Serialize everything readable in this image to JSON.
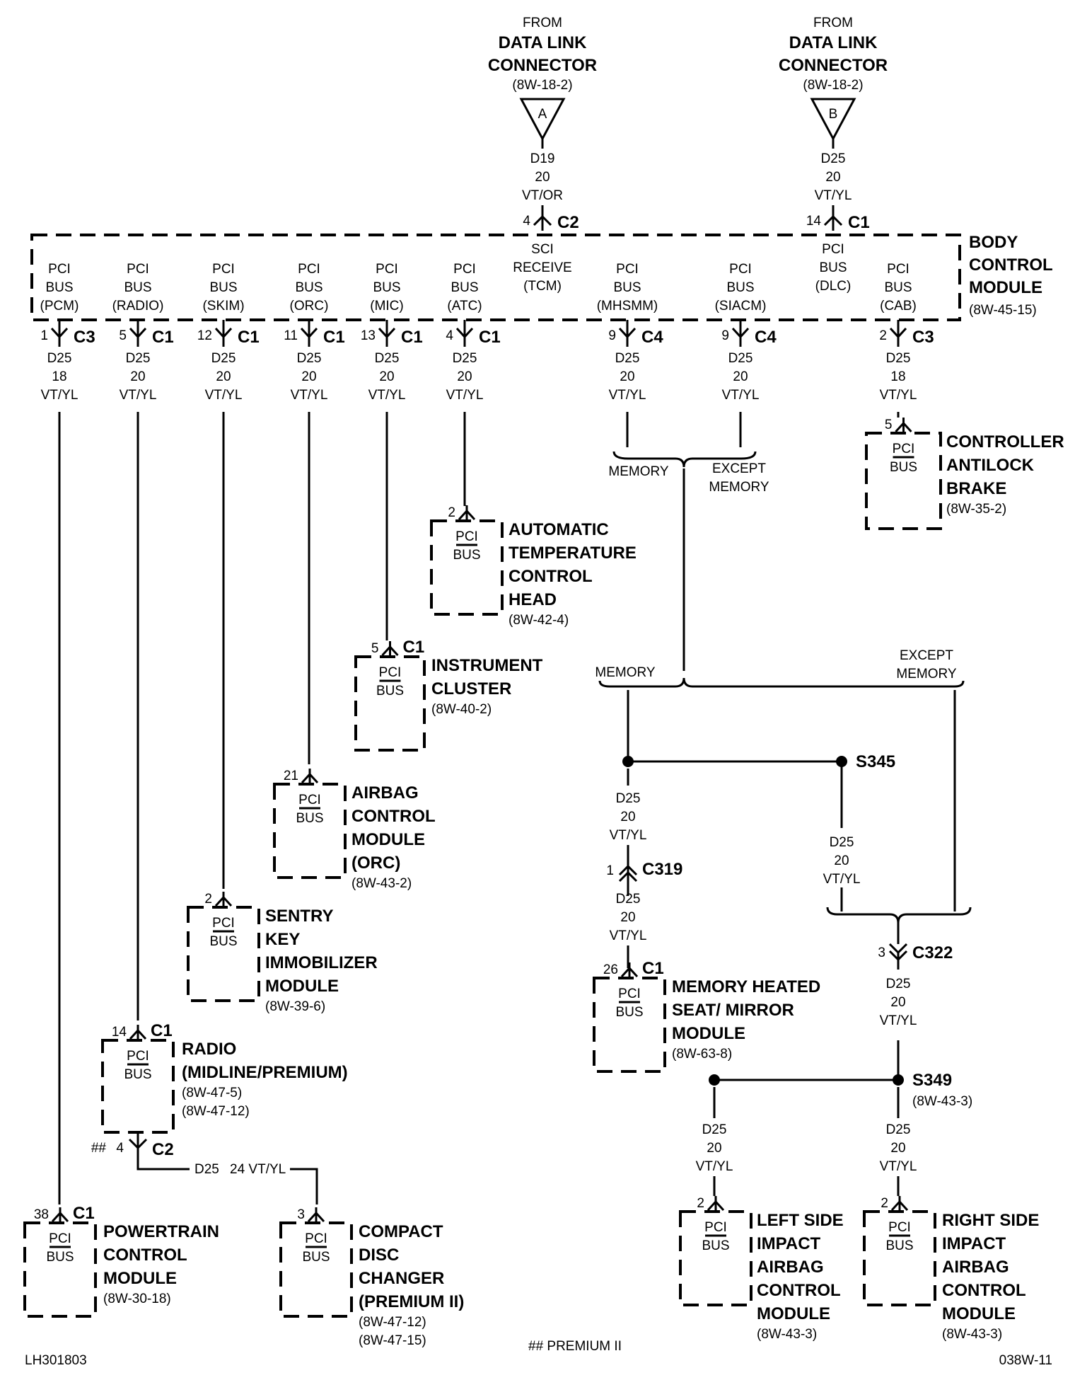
{
  "dlc_a": {
    "from": "FROM",
    "line1": "DATA LINK",
    "line2": "CONNECTOR",
    "ref": "(8W-18-2)",
    "letter": "A",
    "circuit": "D19",
    "gauge": "20",
    "color": "VT/OR",
    "pin": "4",
    "conn": "C2"
  },
  "dlc_b": {
    "from": "FROM",
    "line1": "DATA LINK",
    "line2": "CONNECTOR",
    "ref": "(8W-18-2)",
    "letter": "B",
    "circuit": "D25",
    "gauge": "20",
    "color": "VT/YL",
    "pin": "14",
    "conn": "C1"
  },
  "bcm": {
    "title": [
      "BODY",
      "CONTROL",
      "MODULE"
    ],
    "ref": "(8W-45-15)",
    "sci": [
      "SCI",
      "RECEIVE",
      "(TCM)"
    ],
    "dlc_port": [
      "PCI",
      "BUS",
      "(DLC)"
    ],
    "ports": [
      {
        "l1": "PCI",
        "l2": "BUS",
        "l3": "(PCM)",
        "pin": "1",
        "conn": "C3",
        "circuit": "D25",
        "gauge": "18",
        "color": "VT/YL"
      },
      {
        "l1": "PCI",
        "l2": "BUS",
        "l3": "(RADIO)",
        "pin": "5",
        "conn": "C1",
        "circuit": "D25",
        "gauge": "20",
        "color": "VT/YL"
      },
      {
        "l1": "PCI",
        "l2": "BUS",
        "l3": "(SKIM)",
        "pin": "12",
        "conn": "C1",
        "circuit": "D25",
        "gauge": "20",
        "color": "VT/YL"
      },
      {
        "l1": "PCI",
        "l2": "BUS",
        "l3": "(ORC)",
        "pin": "11",
        "conn": "C1",
        "circuit": "D25",
        "gauge": "20",
        "color": "VT/YL"
      },
      {
        "l1": "PCI",
        "l2": "BUS",
        "l3": "(MIC)",
        "pin": "13",
        "conn": "C1",
        "circuit": "D25",
        "gauge": "20",
        "color": "VT/YL"
      },
      {
        "l1": "PCI",
        "l2": "BUS",
        "l3": "(ATC)",
        "pin": "4",
        "conn": "C1",
        "circuit": "D25",
        "gauge": "20",
        "color": "VT/YL"
      },
      {
        "l1": "PCI",
        "l2": "BUS",
        "l3": "(MHSMM)",
        "pin": "9",
        "conn": "C4",
        "circuit": "D25",
        "gauge": "20",
        "color": "VT/YL"
      },
      {
        "l1": "PCI",
        "l2": "BUS",
        "l3": "(SIACM)",
        "pin": "9",
        "conn": "C4",
        "circuit": "D25",
        "gauge": "20",
        "color": "VT/YL"
      },
      {
        "l1": "PCI",
        "l2": "BUS",
        "l3": "(CAB)",
        "pin": "2",
        "conn": "C3",
        "circuit": "D25",
        "gauge": "18",
        "color": "VT/YL"
      }
    ]
  },
  "modules": {
    "cab": {
      "pin": "5",
      "conn": "",
      "l1": "PCI",
      "l2": "BUS",
      "title": [
        "CONTROLLER",
        "ANTILOCK",
        "BRAKE"
      ],
      "refs": [
        "(8W-35-2)"
      ]
    },
    "atc": {
      "pin": "2",
      "conn": "",
      "l1": "PCI",
      "l2": "BUS",
      "title": [
        "AUTOMATIC",
        "TEMPERATURE",
        "CONTROL",
        "HEAD"
      ],
      "refs": [
        "(8W-42-4)"
      ]
    },
    "mic": {
      "pin": "5",
      "conn": "C1",
      "l1": "PCI",
      "l2": "BUS",
      "title": [
        "INSTRUMENT",
        "CLUSTER"
      ],
      "refs": [
        "(8W-40-2)"
      ]
    },
    "orc": {
      "pin": "21",
      "conn": "",
      "l1": "PCI",
      "l2": "BUS",
      "title": [
        "AIRBAG",
        "CONTROL",
        "MODULE",
        "(ORC)"
      ],
      "refs": [
        "(8W-43-2)"
      ]
    },
    "skim": {
      "pin": "2",
      "conn": "",
      "l1": "PCI",
      "l2": "BUS",
      "title": [
        "SENTRY",
        "KEY",
        "IMMOBILIZER",
        "MODULE"
      ],
      "refs": [
        "(8W-39-6)"
      ]
    },
    "radio": {
      "pin": "14",
      "conn": "C1",
      "l1": "PCI",
      "l2": "BUS",
      "title": [
        "RADIO",
        "(MIDLINE/PREMIUM)"
      ],
      "refs": [
        "(8W-47-5)",
        "(8W-47-12)"
      ]
    },
    "pcm": {
      "pin": "38",
      "conn": "C1",
      "l1": "PCI",
      "l2": "BUS",
      "title": [
        "POWERTRAIN",
        "CONTROL",
        "MODULE"
      ],
      "refs": [
        "(8W-30-18)"
      ]
    },
    "cdc": {
      "pin": "3",
      "conn": "",
      "l1": "PCI",
      "l2": "BUS",
      "title": [
        "COMPACT",
        "DISC",
        "CHANGER",
        "(PREMIUM II)"
      ],
      "refs": [
        "(8W-47-12)",
        "(8W-47-15)"
      ]
    },
    "mhsmm": {
      "pin": "26",
      "conn": "C1",
      "l1": "PCI",
      "l2": "BUS",
      "title": [
        "MEMORY HEATED",
        "SEAT/ MIRROR",
        "MODULE"
      ],
      "refs": [
        "(8W-63-8)"
      ]
    },
    "lsiacm": {
      "pin": "2",
      "conn": "",
      "l1": "PCI",
      "l2": "BUS",
      "title": [
        "LEFT SIDE",
        "IMPACT",
        "AIRBAG",
        "CONTROL",
        "MODULE"
      ],
      "refs": [
        "(8W-43-3)"
      ]
    },
    "rsiacm": {
      "pin": "2",
      "conn": "",
      "l1": "PCI",
      "l2": "BUS",
      "title": [
        "RIGHT SIDE",
        "IMPACT",
        "AIRBAG",
        "CONTROL",
        "MODULE"
      ],
      "refs": [
        "(8W-43-3)"
      ]
    }
  },
  "radio_c2": {
    "marks": "##",
    "pin": "4",
    "conn": "C2",
    "circuit": "D25",
    "wire": "24 VT/YL"
  },
  "branch1": {
    "left": "MEMORY",
    "right": [
      "EXCEPT",
      "MEMORY"
    ]
  },
  "branch2": {
    "left": "MEMORY",
    "right": [
      "EXCEPT",
      "MEMORY"
    ]
  },
  "s345": {
    "label": "S345"
  },
  "wire_mem": {
    "circuit": "D25",
    "gauge": "20",
    "color": "VT/YL"
  },
  "c319": {
    "pin": "1",
    "conn": "C319"
  },
  "wire_mhsmm": {
    "circuit": "D25",
    "gauge": "20",
    "color": "VT/YL"
  },
  "wire_s345": {
    "circuit": "D25",
    "gauge": "20",
    "color": "VT/YL"
  },
  "c322": {
    "pin": "3",
    "conn": "C322"
  },
  "wire_c322": {
    "circuit": "D25",
    "gauge": "20",
    "color": "VT/YL"
  },
  "s349": {
    "label": "S349",
    "ref": "(8W-43-3)"
  },
  "wire_lsiacm": {
    "circuit": "D25",
    "gauge": "20",
    "color": "VT/YL"
  },
  "wire_rsiacm": {
    "circuit": "D25",
    "gauge": "20",
    "color": "VT/YL"
  },
  "footer": {
    "left": "LH301803",
    "center": "## PREMIUM II",
    "right": "038W-11"
  }
}
